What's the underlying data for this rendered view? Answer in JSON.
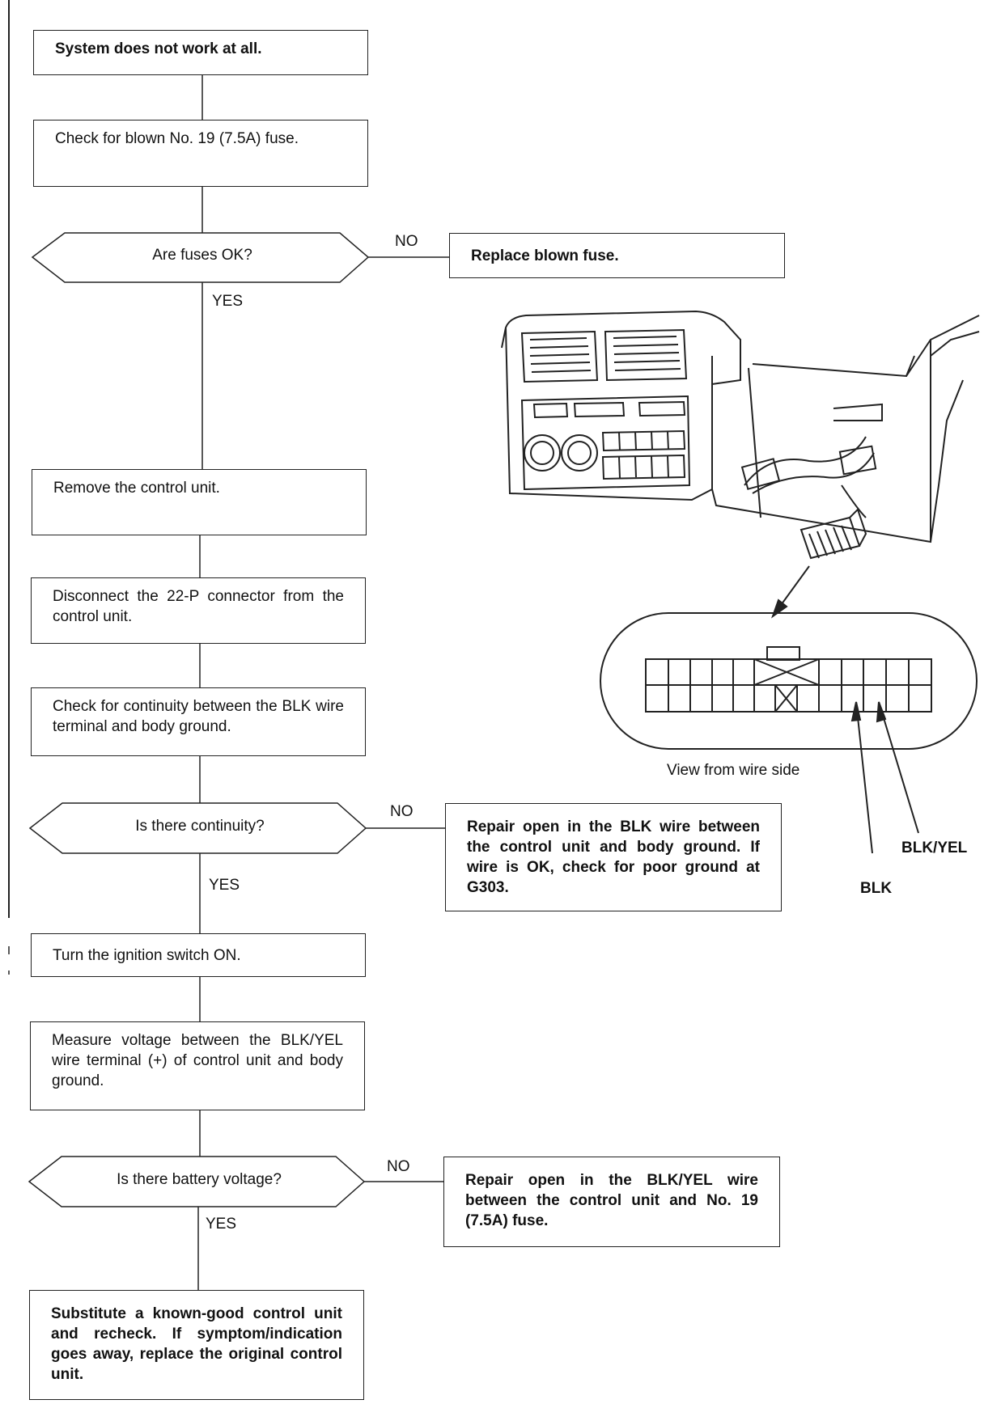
{
  "flow": {
    "start": "System does not work at all.",
    "check_fuse": "Check for blown No. 19 (7.5A) fuse.",
    "q_fuses": "Are fuses OK?",
    "replace_fuse": "Replace blown fuse.",
    "remove_unit": "Remove the control unit.",
    "disconnect": "Disconnect the 22-P connector from the control unit.",
    "check_continuity": "Check for continuity between the BLK wire terminal and body ground.",
    "q_continuity": "Is there continuity?",
    "repair_blk": "Repair open in the BLK wire between the control unit and body ground. If wire is OK, check for poor ground at G303.",
    "ignition_on": "Turn the ignition switch ON.",
    "measure_voltage": "Measure voltage between the BLK/YEL wire terminal (+) of control unit and body ground.",
    "q_voltage": "Is there battery voltage?",
    "repair_blkyel": "Repair open in the BLK/YEL wire between the control unit and No. 19 (7.5A) fuse.",
    "substitute": "Substitute a known-good control unit and recheck. If symptom/indication goes away, replace the original control unit."
  },
  "branch_labels": {
    "yes": "YES",
    "no": "NO"
  },
  "illustration": {
    "caption": "View from wire side",
    "wire_blk": "BLK",
    "wire_blkyel": "BLK/YEL"
  }
}
